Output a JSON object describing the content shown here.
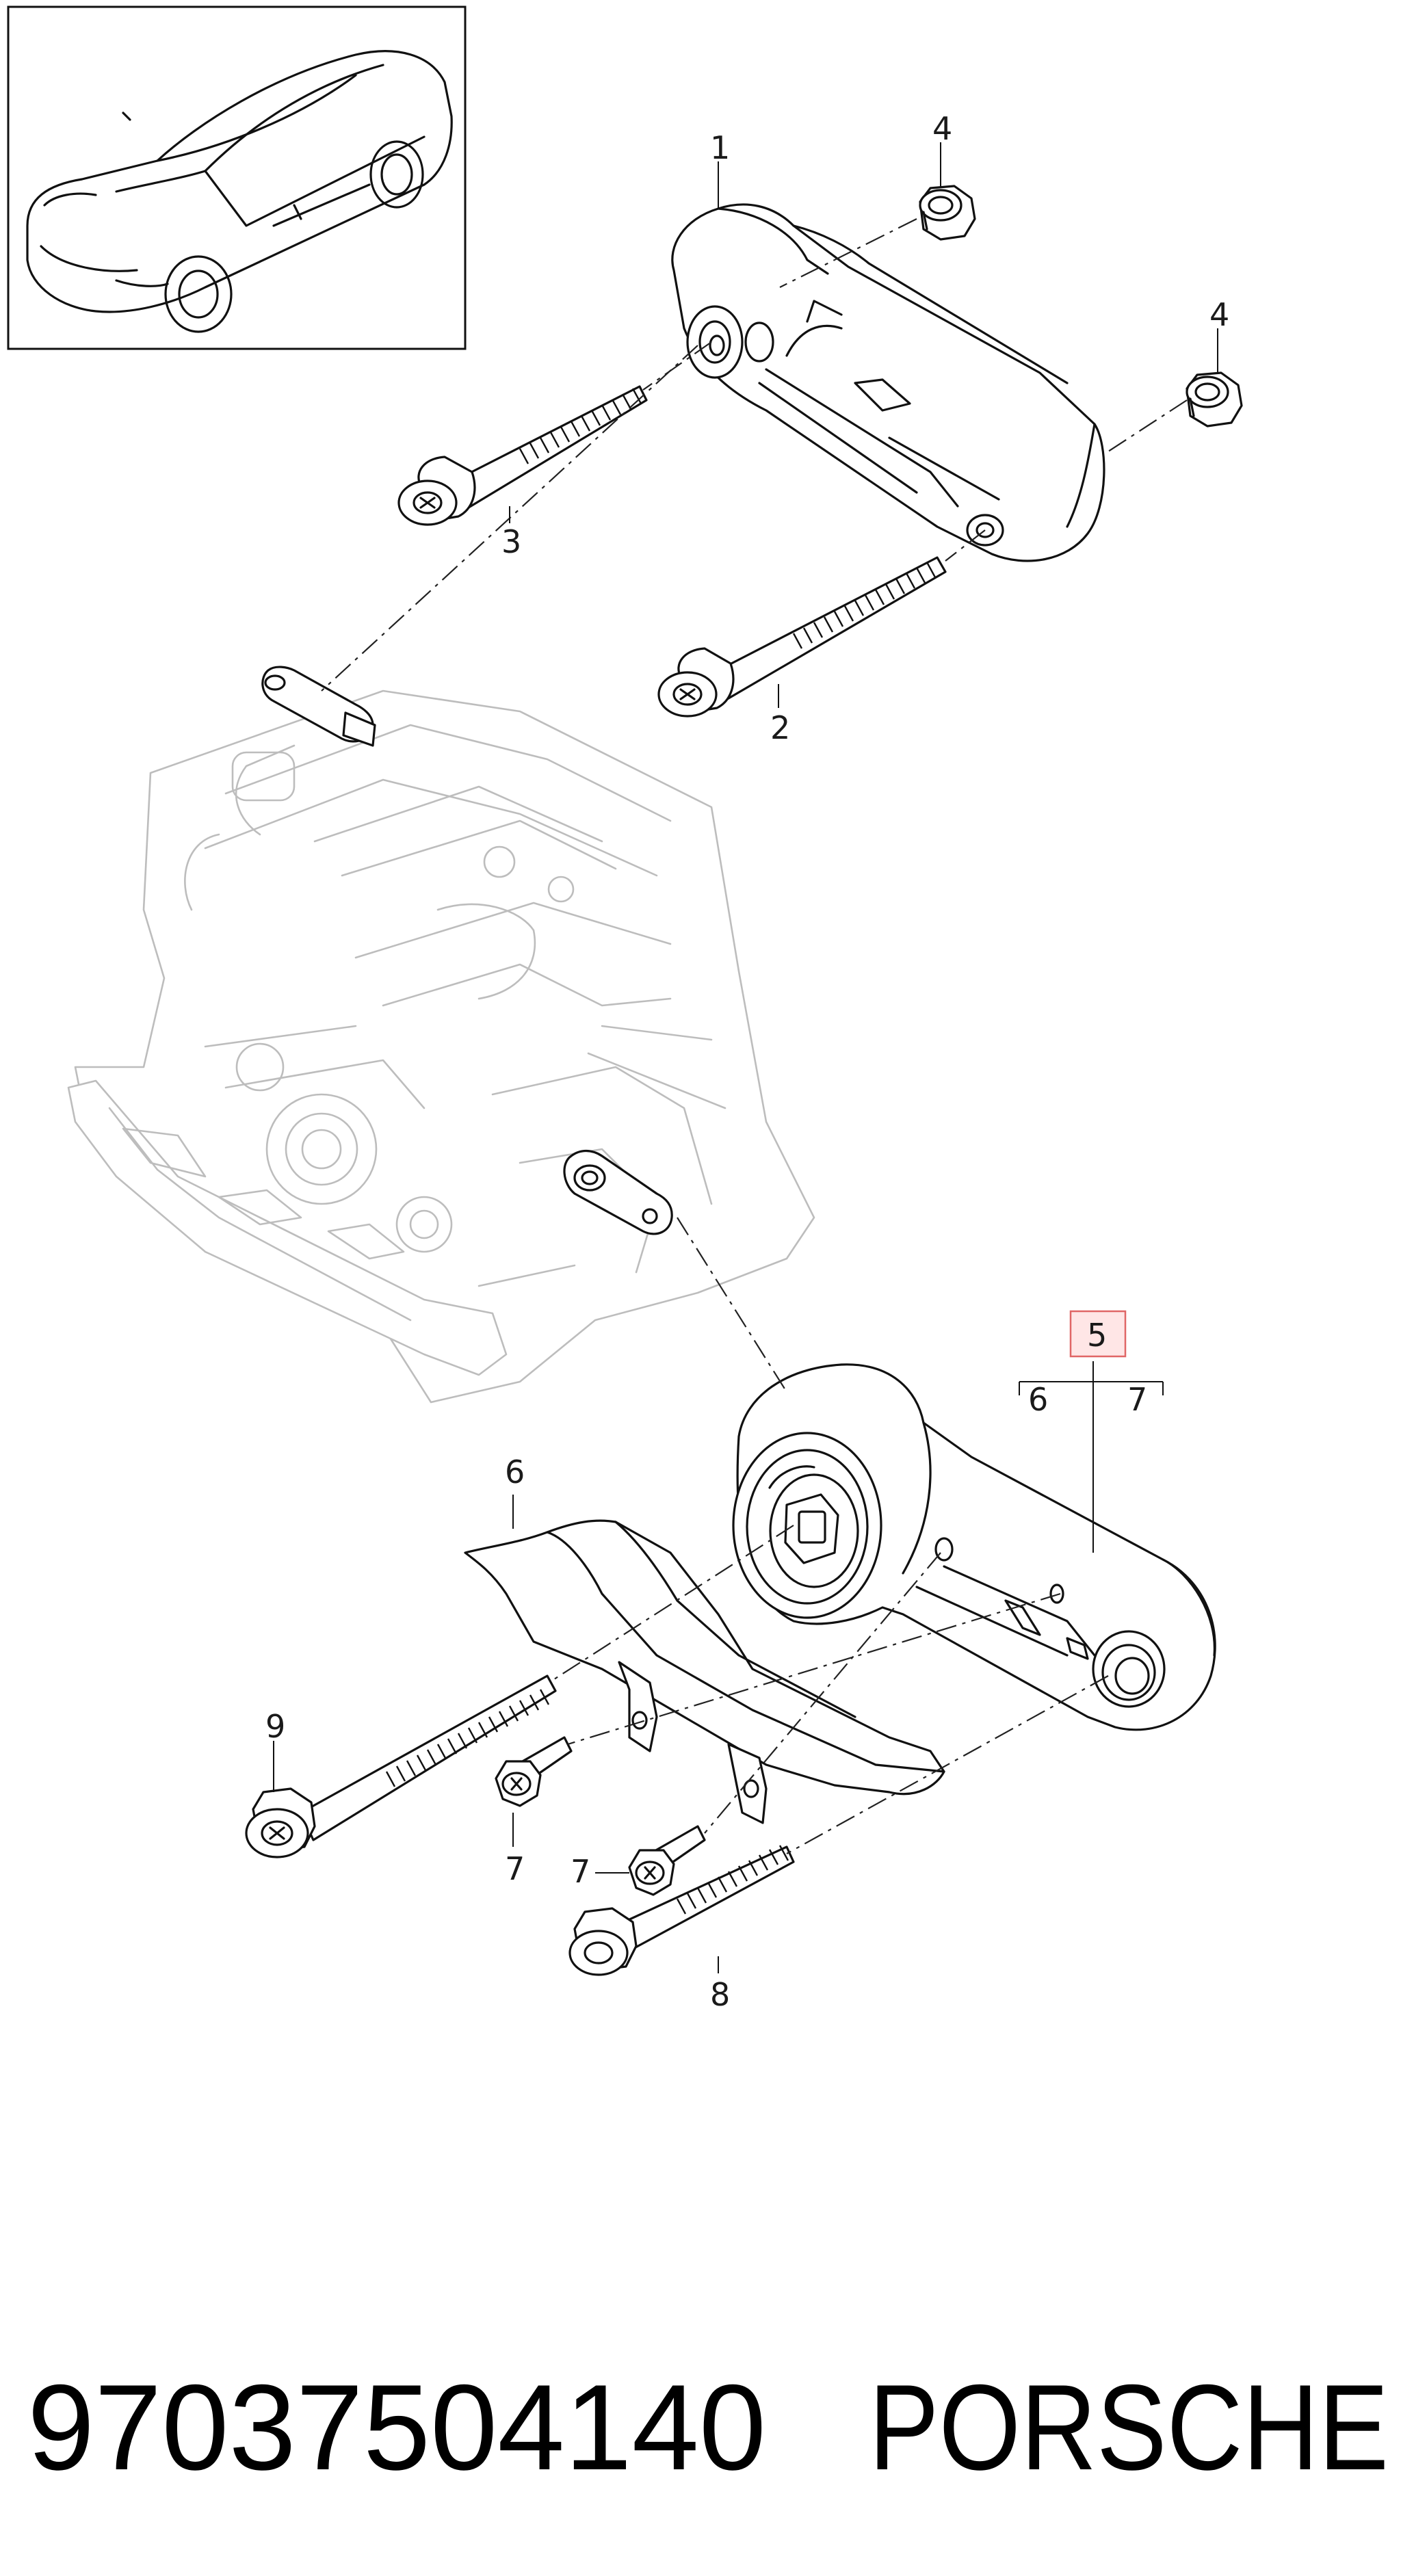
{
  "callouts": {
    "c1": "1",
    "c2": "2",
    "c3": "3",
    "c4a": "4",
    "c4b": "4",
    "c5": "5",
    "c5_sub6": "6",
    "c5_sub7": "7",
    "c6": "6",
    "c7a": "7",
    "c7b": "7",
    "c8": "8",
    "c9": "9"
  },
  "footer": {
    "part_number": "97037504140",
    "brand": "PORSCHE"
  },
  "colors": {
    "line": "#111111",
    "ghost": "#bdbdbd",
    "highlight_fill": "#ffe6e6",
    "highlight_border": "#e06666"
  }
}
